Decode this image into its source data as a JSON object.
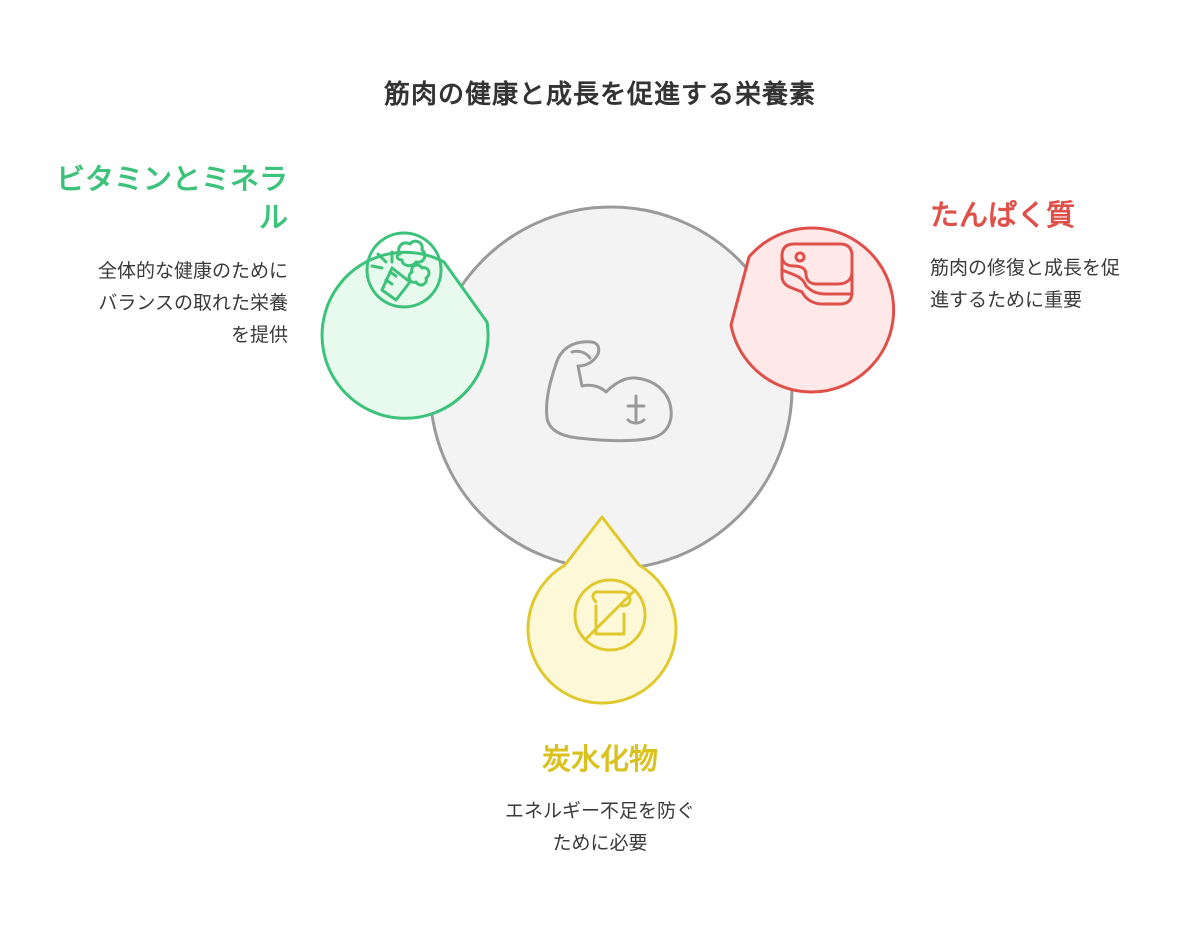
{
  "title": "筋肉の健康と成長を促進する栄養素",
  "center": {
    "icon": "flexed-arm-icon"
  },
  "nodes": {
    "vitamins": {
      "heading_line1": "ビタミンとミネラ",
      "heading_line2": "ル",
      "desc_line1": "全体的な健康のために",
      "desc_line2": "バランスの取れた栄養",
      "desc_line3": "を提供",
      "icon": "vegetables-icon",
      "color": "#3cc27a",
      "fill": "#e8f9ee"
    },
    "protein": {
      "heading": "たんぱく質",
      "desc_line1": "筋肉の修復と成長を促",
      "desc_line2": "進するために重要",
      "icon": "meat-icon",
      "color": "#e0504a",
      "fill": "#ffe9e8"
    },
    "carbs": {
      "heading": "炭水化物",
      "desc_line1": "エネルギー不足を防ぐ",
      "desc_line2": "ために必要",
      "icon": "no-bread-icon",
      "color": "#e0c92e",
      "fill": "#fdf8d8"
    }
  },
  "colors": {
    "center_fill": "#f3f3f3",
    "center_stroke": "#9a9a9a",
    "title": "#333333",
    "vitamins_heading": "#3cc27a",
    "protein_heading": "#e0504a",
    "carbs_heading": "#d9c21f"
  }
}
